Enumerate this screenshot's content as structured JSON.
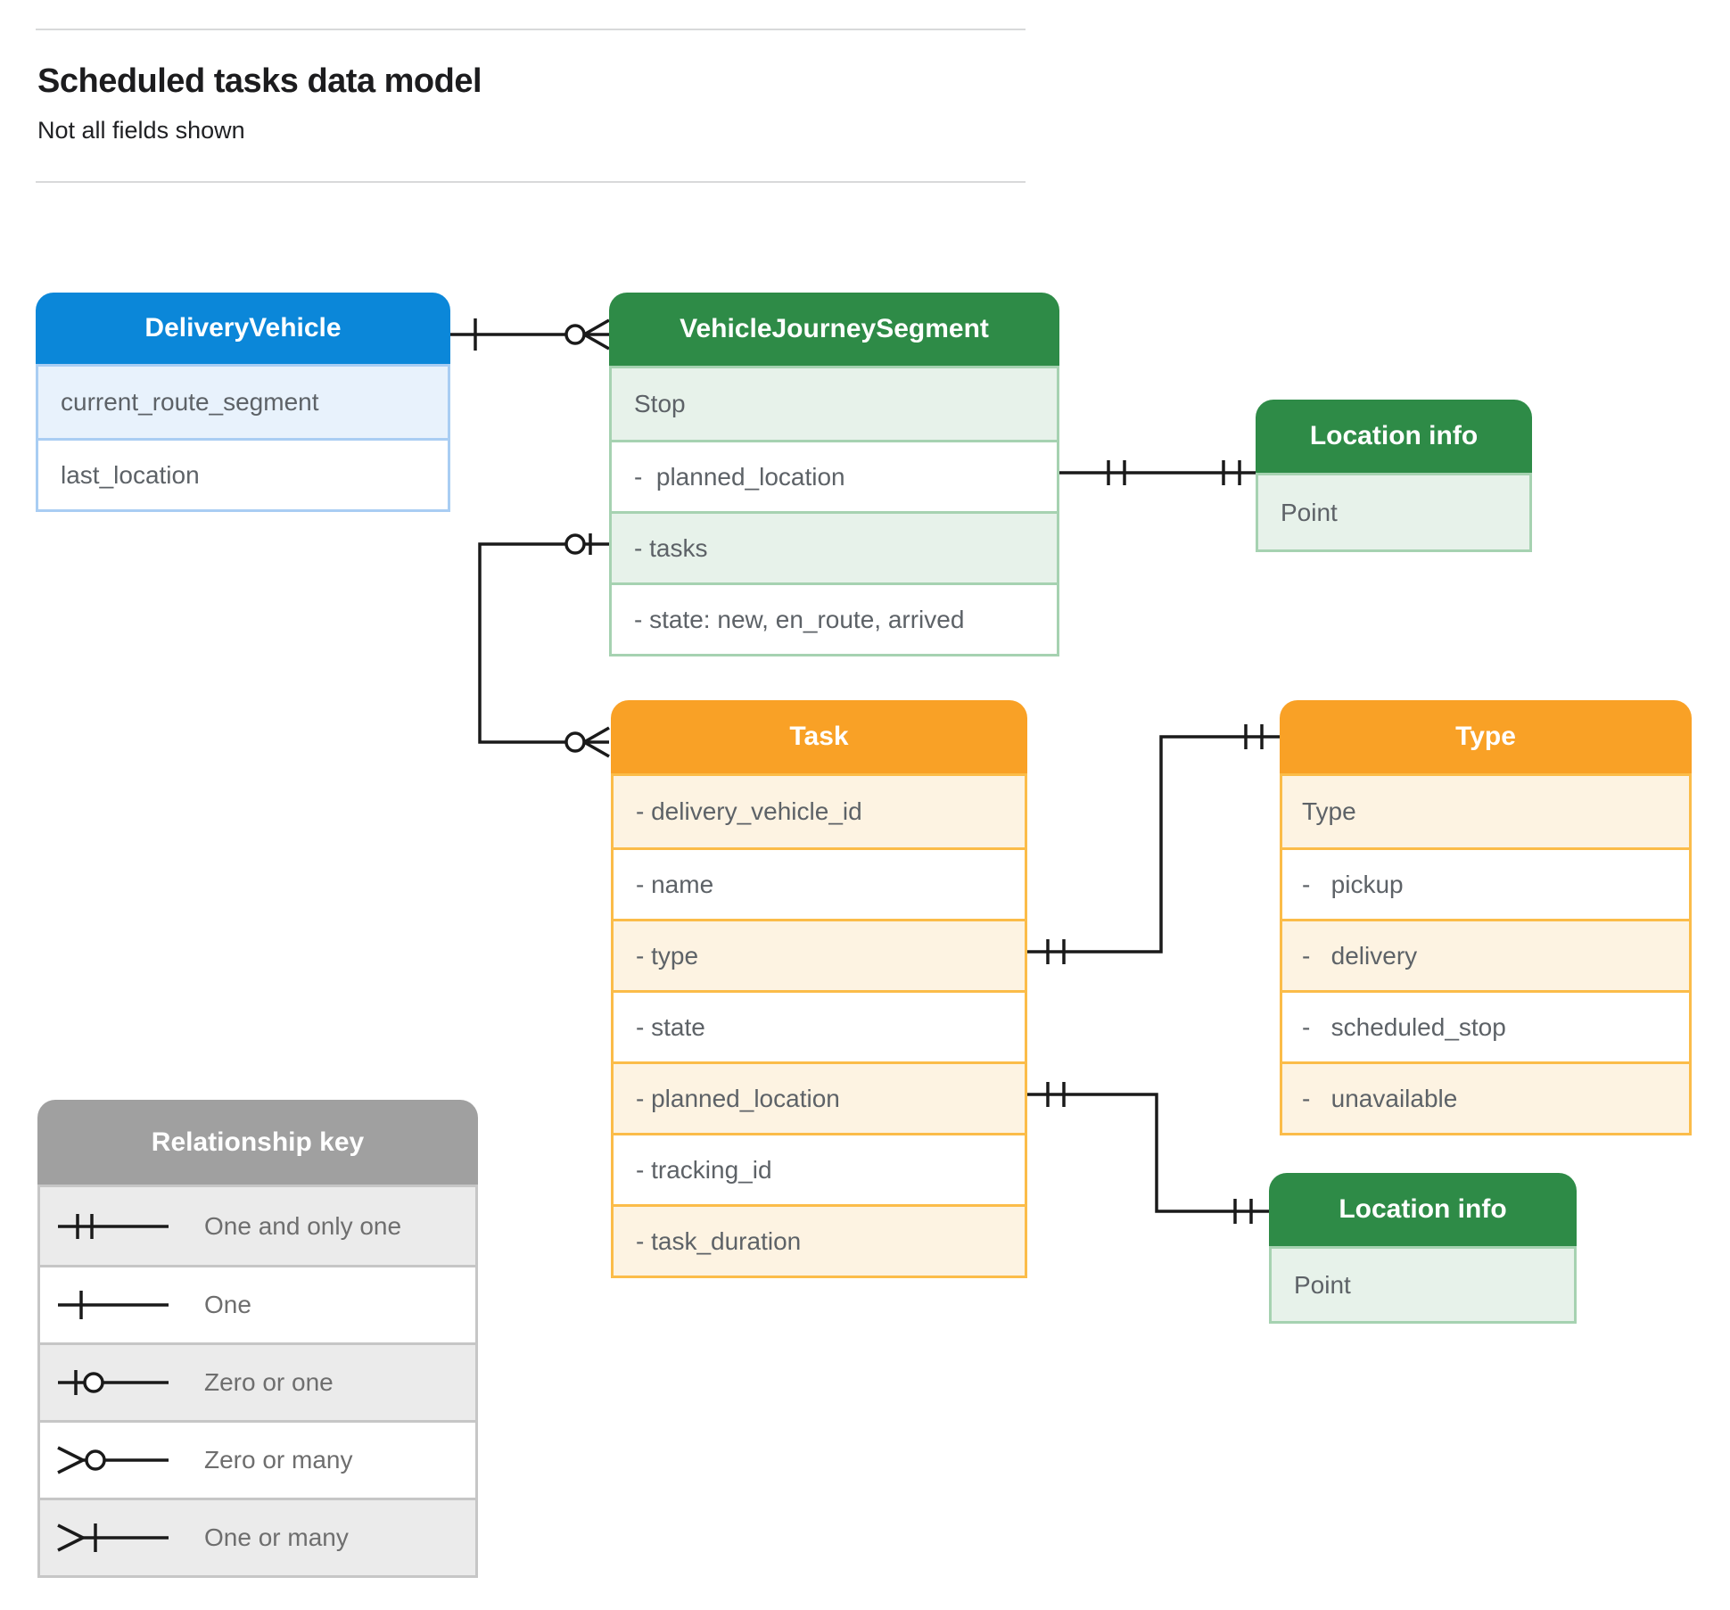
{
  "page": {
    "title": "Scheduled tasks data model",
    "subtitle": "Not all fields shown"
  },
  "colors": {
    "blue_header": "#0b87d9",
    "green_header": "#2e8b47",
    "orange_header": "#f9a126",
    "gray_header": "#a0a0a0",
    "line": "#1a1a1a"
  },
  "tables": [
    {
      "id": "delivery-vehicle",
      "title": "DeliveryVehicle",
      "theme": "blue",
      "rows": [
        {
          "text": "current_route_segment"
        },
        {
          "text": "last_location"
        }
      ]
    },
    {
      "id": "vehicle-journey-segment",
      "title": "VehicleJourneySegment",
      "theme": "green",
      "rows": [
        {
          "text": "Stop"
        },
        {
          "text": "-  planned_location"
        },
        {
          "text": "- tasks"
        },
        {
          "text": "- state: new, en_route, arrived"
        }
      ]
    },
    {
      "id": "location-info-top",
      "title": "Location info",
      "theme": "green",
      "rows": [
        {
          "text": "Point"
        }
      ]
    },
    {
      "id": "task",
      "title": "Task",
      "theme": "orange",
      "rows": [
        {
          "text": "- delivery_vehicle_id"
        },
        {
          "text": "- name"
        },
        {
          "text": "- type"
        },
        {
          "text": "- state"
        },
        {
          "text": "- planned_location"
        },
        {
          "text": "- tracking_id"
        },
        {
          "text": "- task_duration"
        }
      ]
    },
    {
      "id": "type",
      "title": "Type",
      "theme": "orange",
      "rows": [
        {
          "text": "Type"
        },
        {
          "text": "-   pickup"
        },
        {
          "text": "-   delivery"
        },
        {
          "text": "-   scheduled_stop"
        },
        {
          "text": "-   unavailable"
        }
      ]
    },
    {
      "id": "location-info-bottom",
      "title": "Location info",
      "theme": "green",
      "rows": [
        {
          "text": "Point"
        }
      ]
    },
    {
      "id": "relationship-key",
      "title": "Relationship key",
      "theme": "gray",
      "rows": [
        {
          "symbol": "one-and-only-one",
          "label": "One and only one"
        },
        {
          "symbol": "one",
          "label": "One"
        },
        {
          "symbol": "zero-or-one",
          "label": "Zero or one"
        },
        {
          "symbol": "zero-or-many",
          "label": "Zero or many"
        },
        {
          "symbol": "one-or-many",
          "label": "One or many"
        }
      ]
    }
  ],
  "relationships": [
    {
      "from": "DeliveryVehicle",
      "to": "VehicleJourneySegment",
      "from_cardinality": "one",
      "to_cardinality": "zero-or-many"
    },
    {
      "from": "VehicleJourneySegment.planned_location",
      "to": "Location info",
      "from_cardinality": "one-and-only-one",
      "to_cardinality": "one-and-only-one"
    },
    {
      "from": "VehicleJourneySegment.tasks",
      "to": "Task",
      "from_cardinality": "zero-or-one",
      "to_cardinality": "zero-or-many"
    },
    {
      "from": "Task.type",
      "to": "Type",
      "from_cardinality": "one-and-only-one",
      "to_cardinality": "one-and-only-one"
    },
    {
      "from": "Task.planned_location",
      "to": "Location info",
      "from_cardinality": "one-and-only-one",
      "to_cardinality": "one-and-only-one"
    }
  ]
}
